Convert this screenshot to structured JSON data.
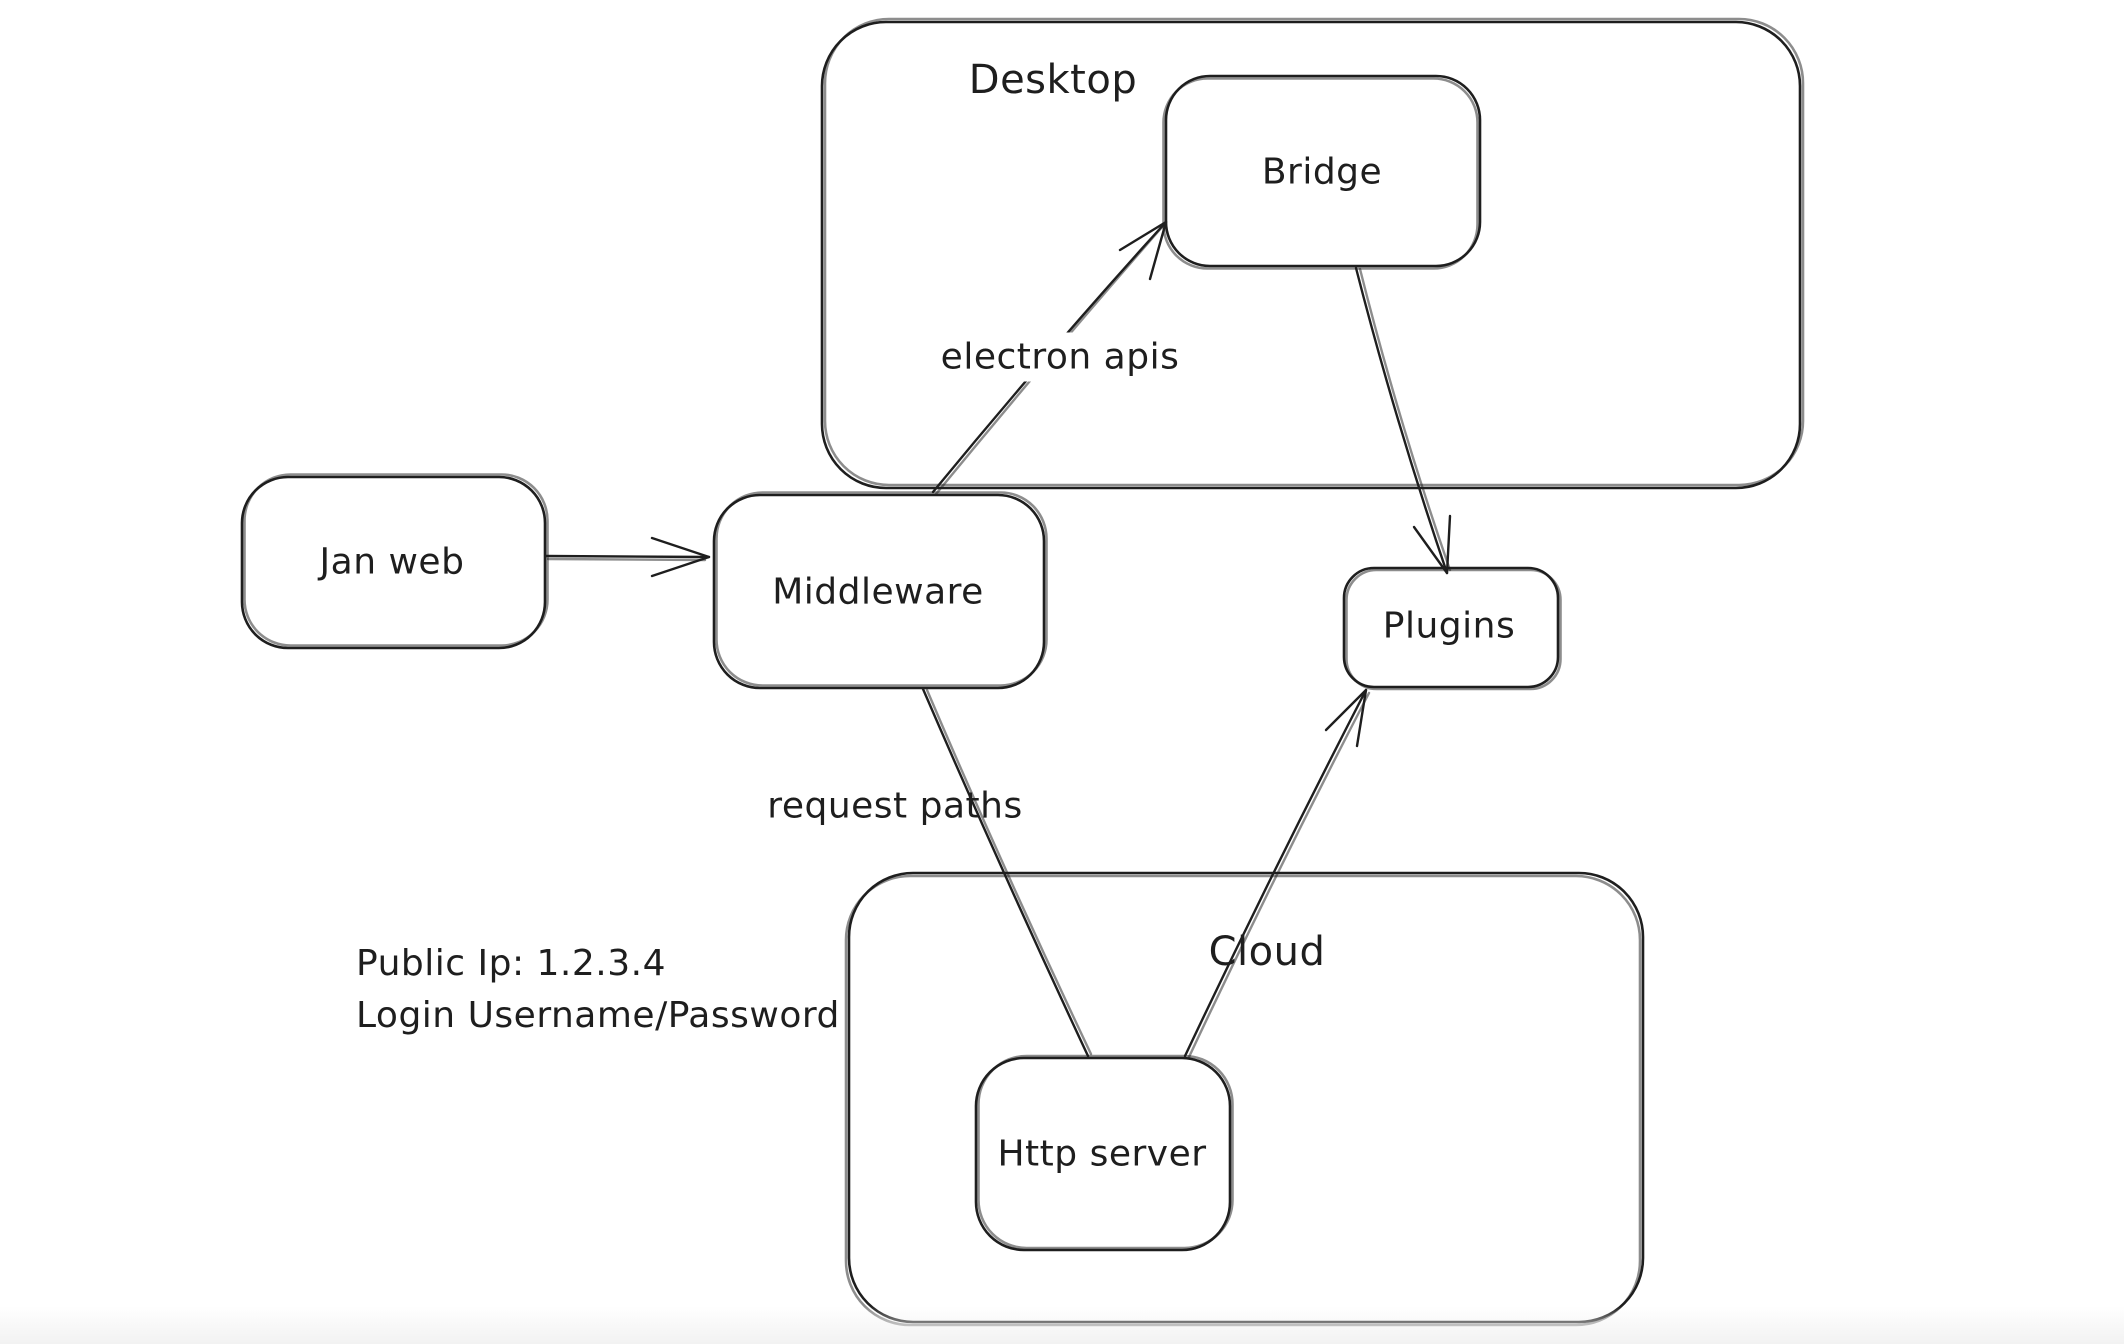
{
  "app": {
    "name": "whiteboard-diagram",
    "canvas_background": "#ffffff",
    "stroke_color": "#1e1e1e"
  },
  "diagram": {
    "containers": [
      {
        "id": "desktop",
        "label": "Desktop"
      },
      {
        "id": "cloud",
        "label": "Cloud"
      }
    ],
    "nodes": [
      {
        "id": "jan-web",
        "label": "Jan web",
        "parent": ""
      },
      {
        "id": "middleware",
        "label": "Middleware",
        "parent": ""
      },
      {
        "id": "bridge",
        "label": "Bridge",
        "parent": "desktop"
      },
      {
        "id": "plugins",
        "label": "Plugins",
        "parent": ""
      },
      {
        "id": "http-server",
        "label": "Http server",
        "parent": "cloud"
      }
    ],
    "edges": [
      {
        "from": "Jan web",
        "to": "Middleware",
        "label": "",
        "arrowhead": "end"
      },
      {
        "from": "Middleware",
        "to": "Bridge",
        "label": "electron apis",
        "arrowhead": "end"
      },
      {
        "from": "Bridge",
        "to": "Plugins",
        "label": "",
        "arrowhead": "end"
      },
      {
        "from": "Middleware",
        "to": "Http server",
        "label": "request paths",
        "arrowhead": "none"
      },
      {
        "from": "Http server",
        "to": "Plugins",
        "label": "",
        "arrowhead": "end"
      }
    ],
    "annotations": {
      "line1": "Public Ip: 1.2.3.4",
      "line2": "Login Username/Password"
    }
  }
}
